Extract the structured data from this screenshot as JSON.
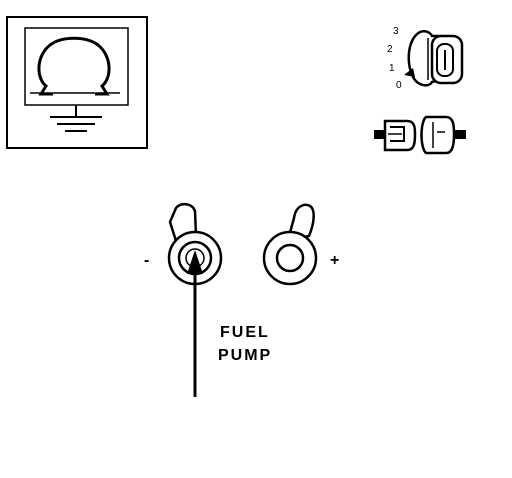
{
  "monitor": {
    "icon": "ground-symbol-monitor-icon"
  },
  "ignition": {
    "positions": [
      "3",
      "2",
      "1",
      "0"
    ],
    "icon": "ignition-key-icon"
  },
  "connector": {
    "icon": "plug-connector-icon"
  },
  "switches": {
    "left_sign": "-",
    "right_sign": "+"
  },
  "callout": {
    "line1": "FUEL",
    "line2": "PUMP"
  },
  "colors": {
    "ink": "#000000",
    "paper": "#ffffff"
  }
}
